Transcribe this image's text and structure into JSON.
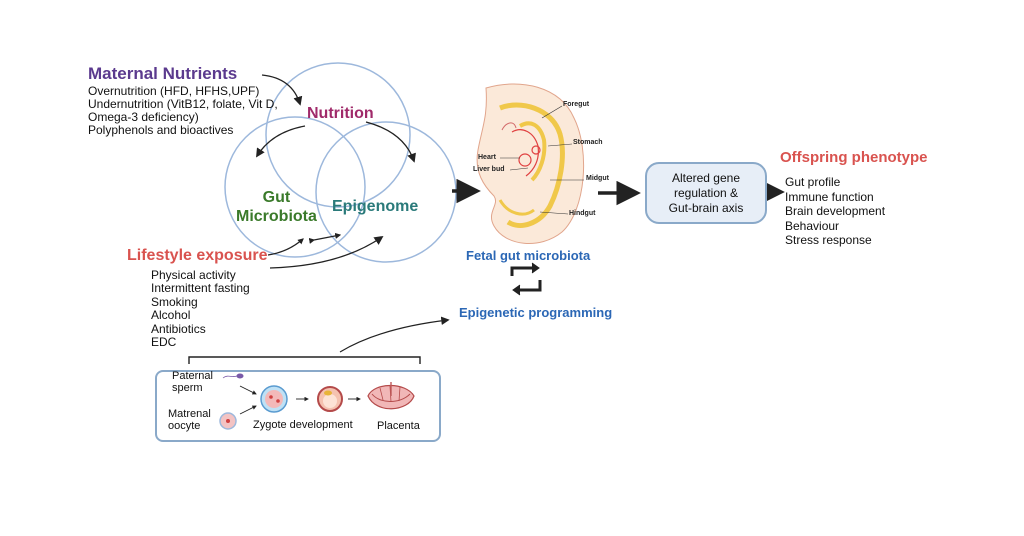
{
  "maternal_nutrients": {
    "title": "Maternal Nutrients",
    "items": [
      "Overnutrition (HFD, HFHS,UPF)",
      "Undernutrition (VitB12, folate, Vit D,",
      "Omega-3 deficiency)",
      "Polyphenols and bioactives"
    ]
  },
  "venn": {
    "nutrition": "Nutrition",
    "gut_line1": "Gut",
    "gut_line2": "Microbiota",
    "epigenome": "Epigenome"
  },
  "lifestyle": {
    "title": "Lifestyle exposure",
    "items": [
      "Physical activity",
      "Intermittent fasting",
      "Smoking",
      "Alcohol",
      "Antibiotics",
      "EDC"
    ]
  },
  "embryo_labels": {
    "foregut": "Foregut",
    "stomach": "Stomach",
    "heart": "Heart",
    "liver_bud": "Liver bud",
    "midgut": "Midgut",
    "hindgut": "Hindgut"
  },
  "fetal_gut_microbiota": "Fetal gut microbiota",
  "epigenetic_programming": "Epigenetic programming",
  "altered_gene_box": {
    "line1": "Altered gene",
    "line2": "regulation &",
    "line3": "Gut-brain axis"
  },
  "offspring": {
    "title": "Offspring phenotype",
    "items": [
      "Gut profile",
      "Immune function",
      "Brain development",
      "Behaviour",
      "Stress response"
    ]
  },
  "development": {
    "paternal_line1": "Paternal",
    "paternal_line2": "sperm",
    "maternal_line1": "Matrenal",
    "maternal_line2": "oocyte",
    "zygote": "Zygote development",
    "placenta": "Placenta"
  },
  "colors": {
    "maternal_title": "#5b3a8e",
    "lifestyle_title": "#d9534f",
    "offspring_title": "#d9534f",
    "nutrition": "#a02a6a",
    "gut_microbiota": "#3a7a2a",
    "epigenome": "#2a7a7a",
    "blue_labels": "#2b67b5",
    "circle_stroke": "#9db8dc",
    "box_border": "#8aa9c9",
    "box_fill": "#e7eef7"
  }
}
